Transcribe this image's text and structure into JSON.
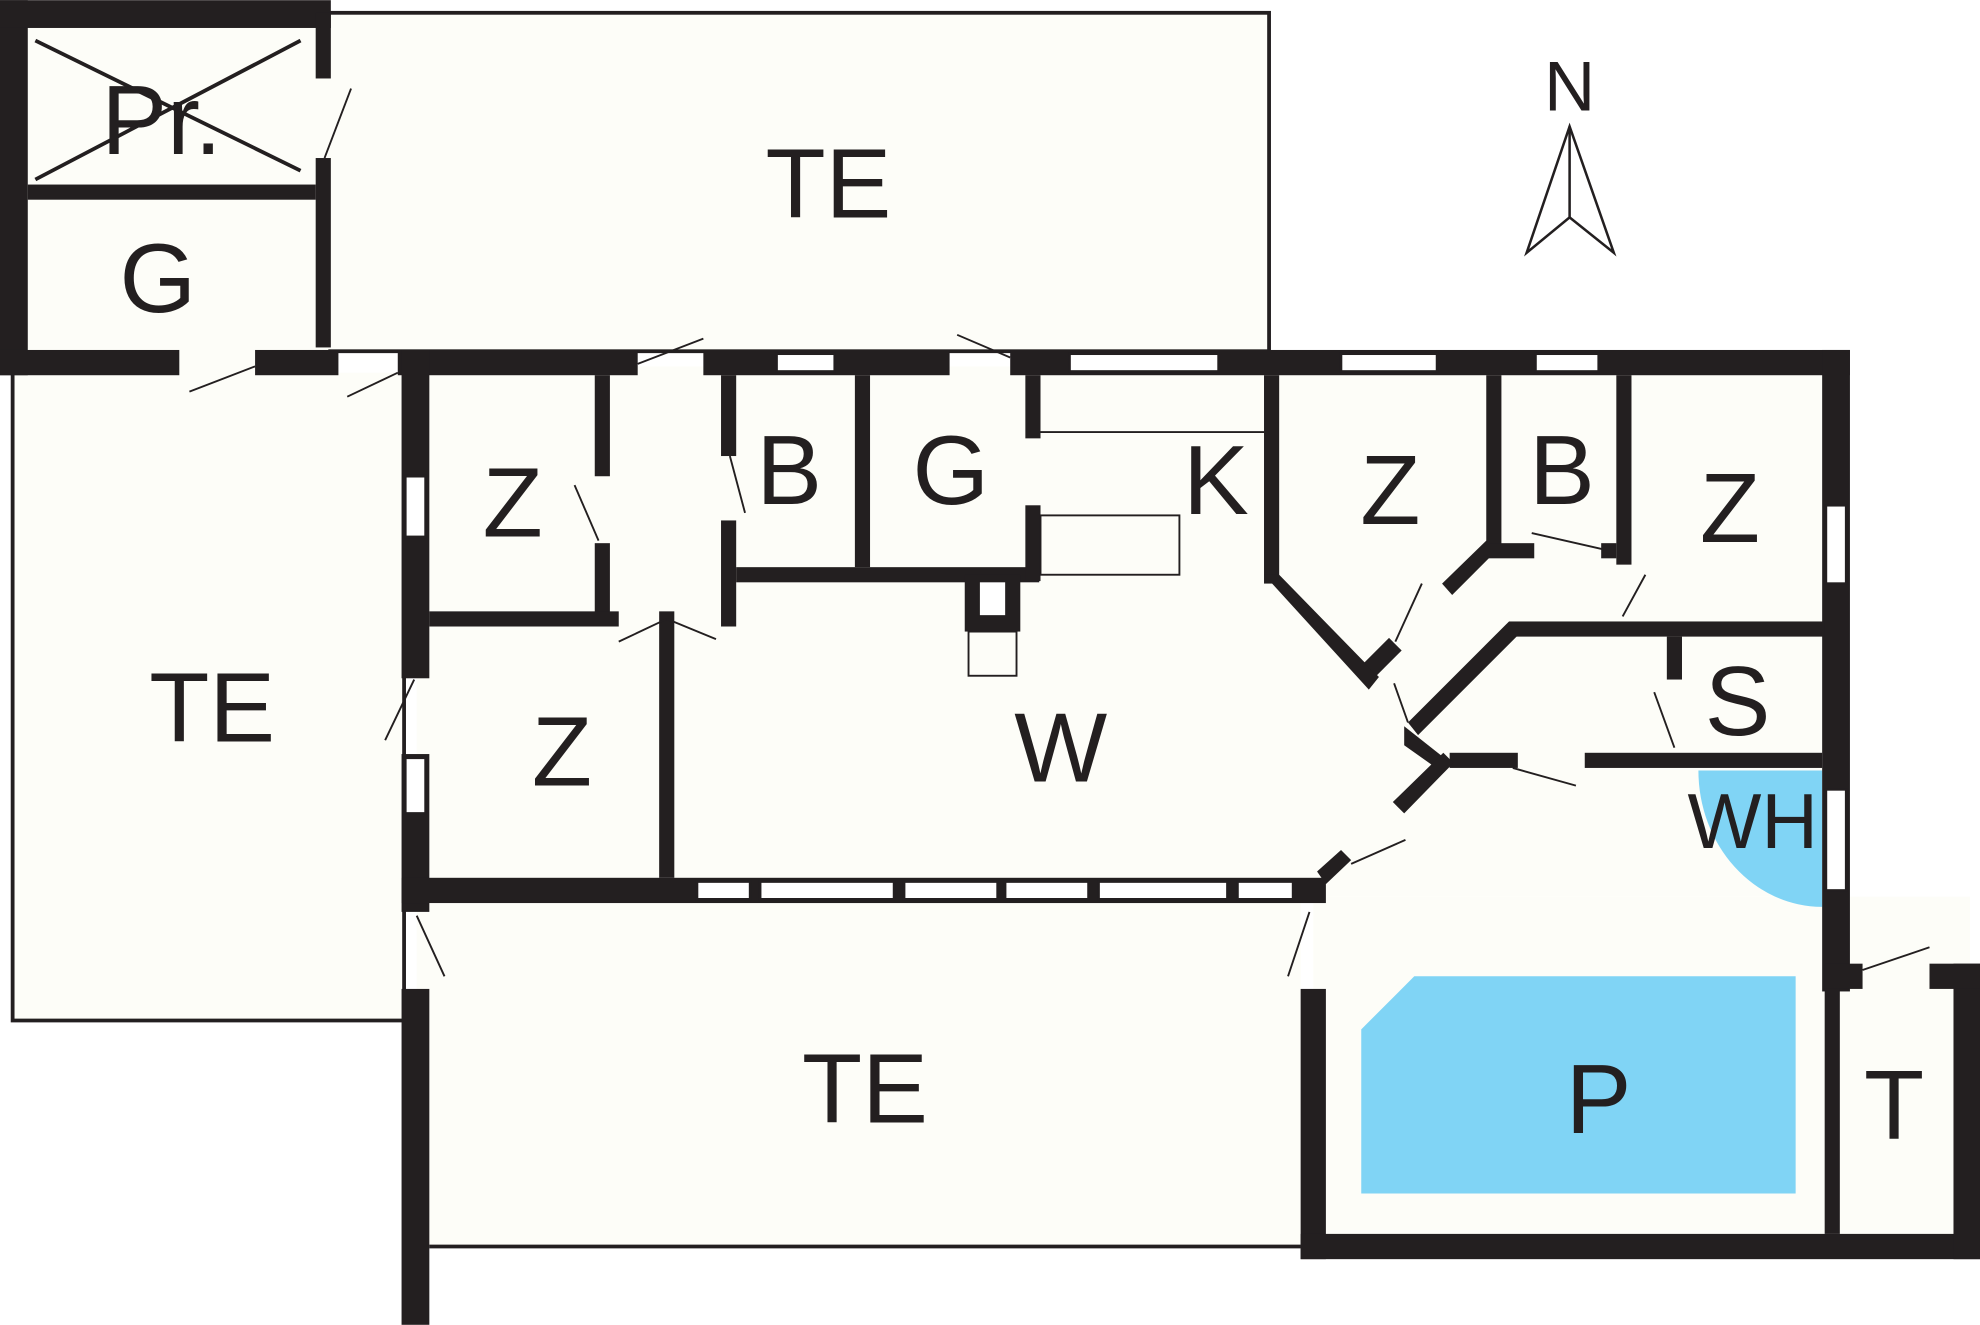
{
  "compass": {
    "label": "N"
  },
  "rooms": {
    "storage_crossed": "Pr.",
    "garage_top": "G",
    "terrace_top": "TE",
    "terrace_left": "TE",
    "terrace_bottom": "TE",
    "bedroom_1": "Z",
    "bathroom_1": "B",
    "guest_wc": "G",
    "kitchen": "K",
    "bedroom_2": "Z",
    "bathroom_2": "B",
    "bedroom_3": "Z",
    "bedroom_4": "Z",
    "living": "W",
    "sauna": "S",
    "whirlpool": "WH",
    "pool": "P",
    "technical": "T"
  },
  "colors": {
    "wall": "#231f20",
    "water": "#80d4f5",
    "floor": "#fdfdf8"
  }
}
